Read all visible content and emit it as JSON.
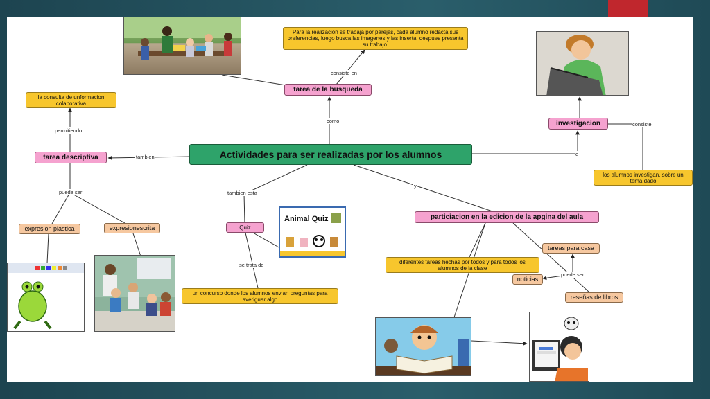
{
  "map": {
    "central": "Actividades para ser realizadas por los alumnos",
    "nodes": {
      "busqueda": "tarea de la busqueda",
      "busqueda_desc": "Para la realizacion se trabaja por parejas, cada alumno redacta sus preferencias, luego busca las imagenes y las inserta, despues presenta su trabajo.",
      "investigacion": "investigacion",
      "investigacion_desc": "los alumnos investigan, sobre un tema dado",
      "descriptiva": "tarea descriptiva",
      "consulta": "la consulta de unformacion colaborativa",
      "plastica": "expresion plastica",
      "escrita": "expresionescrita",
      "quiz": "Quiz",
      "quiz_desc": "un concurso donde los alumnos envian preguntas para averiguar algo",
      "edicion": "particiacion en la edicion de la apgina del aula",
      "tareas_todos": "diferentes tareas hechas por todos y para todos los alumnos de la clase",
      "tareas_casa": "tareas para casa",
      "noticias": "noticias",
      "resenas": "reseñas de libros"
    },
    "links": {
      "consiste_en": "consiste en",
      "como": "como",
      "consiste": "consiste",
      "e": "e",
      "tambien": "tambien",
      "permitiendo": "permitiendo",
      "puede_ser_left": "puede ser",
      "tambien_esta": "tambien esta",
      "se_trata_de": "se trata de",
      "y": "y",
      "puede_ser_right": "puede ser"
    },
    "images": {
      "quiz_title": "Animal Quiz"
    },
    "colors": {
      "central": "#2ea36a",
      "concept": "#f5a2cf",
      "description": "#f7c62d",
      "example": "#f6c8a0",
      "accent": "#c0272d"
    }
  }
}
